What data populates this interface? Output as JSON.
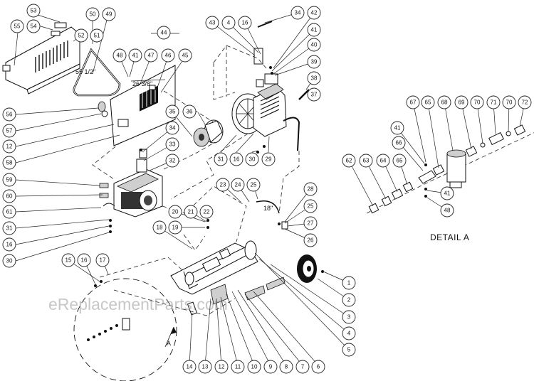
{
  "labels": {
    "detail_title": "DETAIL  A",
    "detail_marker": "A",
    "watermark": "eReplacementParts.com",
    "dim_belt": "55 1/2\"",
    "dim_hose": "26 3/8\"",
    "dim_tube": "18\""
  },
  "callouts": [
    "53",
    "54",
    "55",
    "50",
    "49",
    "52",
    "51",
    "48",
    "41",
    "47",
    "46",
    "45",
    "44",
    "56",
    "57",
    "12",
    "58",
    "36",
    "35",
    "34",
    "33",
    "32",
    "59",
    "60",
    "61",
    "31",
    "16",
    "30",
    "43",
    "4",
    "16",
    "34",
    "42",
    "41",
    "40",
    "39",
    "38",
    "37",
    "31",
    "16",
    "30",
    "29",
    "23",
    "24",
    "25",
    "28",
    "25",
    "27",
    "26",
    "20",
    "21",
    "22",
    "19",
    "18",
    "15",
    "16",
    "17",
    "1",
    "2",
    "3",
    "4",
    "5",
    "14",
    "13",
    "12",
    "11",
    "10",
    "9",
    "8",
    "7",
    "6",
    "67",
    "65",
    "68",
    "69",
    "70",
    "71",
    "70",
    "72",
    "41",
    "66",
    "62",
    "63",
    "64",
    "65",
    "41",
    "48"
  ]
}
